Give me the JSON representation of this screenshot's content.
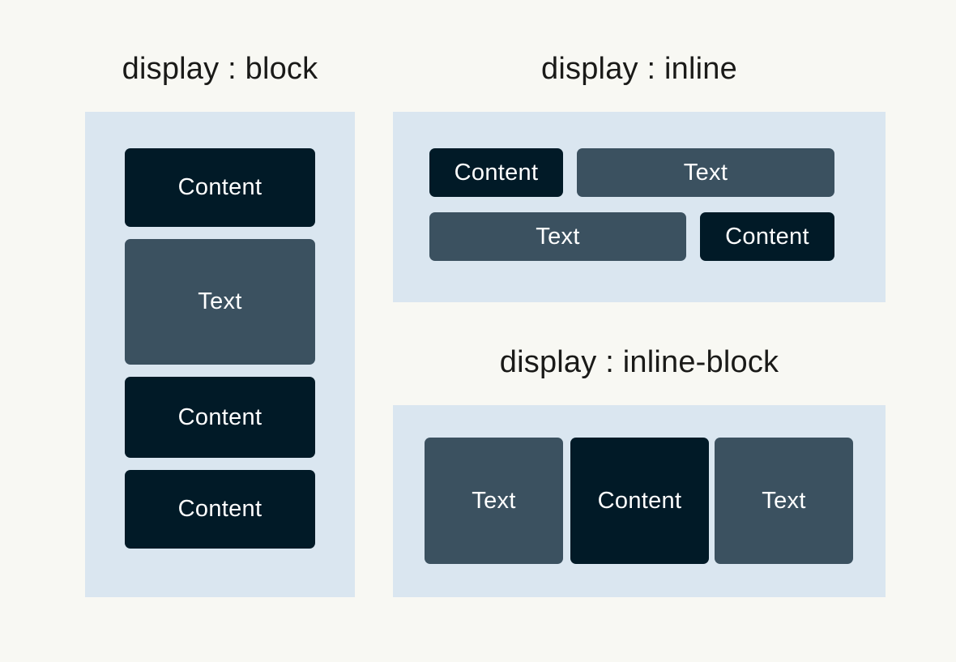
{
  "page": {
    "background_color": "#f8f8f3",
    "text_color": "#1a1a18"
  },
  "palette": {
    "panel": "#dae6f0",
    "dark": "#011a27",
    "slate": "#3b5160",
    "label": "#ffffff"
  },
  "sections": {
    "block": {
      "title": "display : block",
      "boxes": [
        {
          "label": "Content",
          "variant": "dark"
        },
        {
          "label": "Text",
          "variant": "slate"
        },
        {
          "label": "Content",
          "variant": "dark"
        },
        {
          "label": "Content",
          "variant": "dark"
        }
      ]
    },
    "inline": {
      "title": "display : inline",
      "boxes": [
        {
          "label": "Content",
          "variant": "dark"
        },
        {
          "label": "Text",
          "variant": "slate"
        },
        {
          "label": "Text",
          "variant": "slate"
        },
        {
          "label": "Content",
          "variant": "dark"
        }
      ]
    },
    "inline_block": {
      "title": "display : inline-block",
      "boxes": [
        {
          "label": "Text",
          "variant": "slate"
        },
        {
          "label": "Content",
          "variant": "dark"
        },
        {
          "label": "Text",
          "variant": "slate"
        }
      ]
    }
  }
}
